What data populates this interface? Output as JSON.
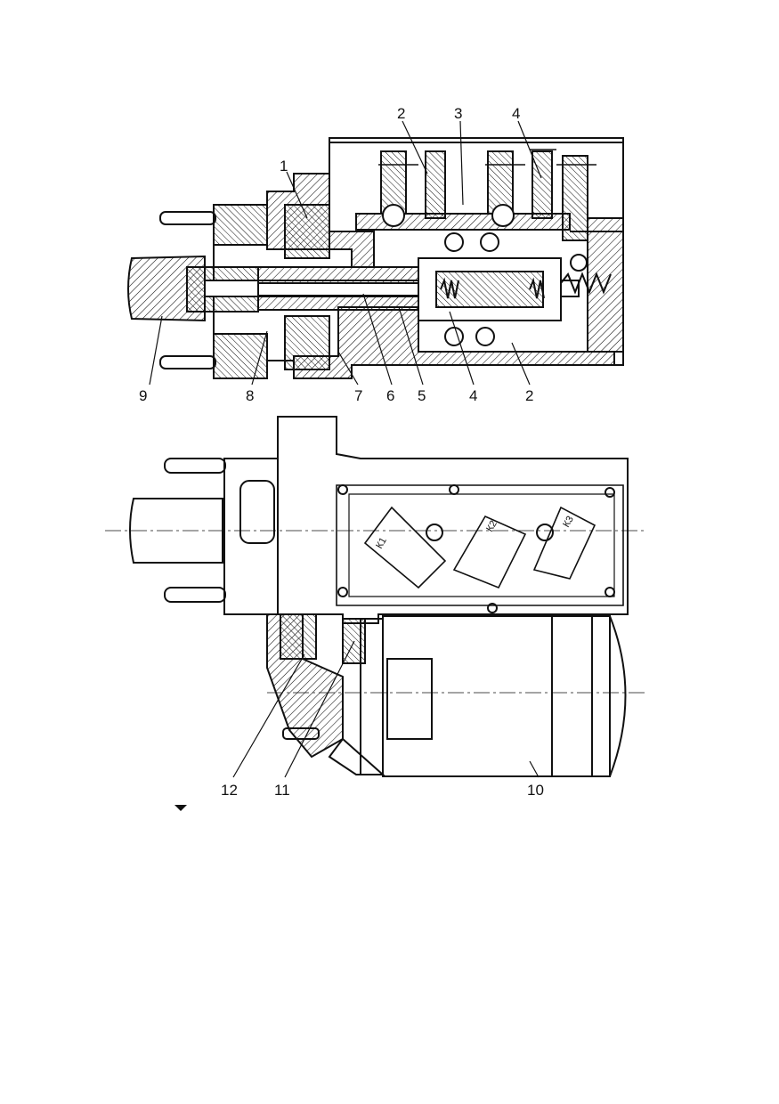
{
  "top_view": {
    "callouts": [
      "1",
      "2",
      "3",
      "4",
      "9",
      "8",
      "7",
      "6",
      "5",
      "4",
      "2"
    ]
  },
  "bottom_view": {
    "callouts": [
      "12",
      "11",
      "10"
    ],
    "contact_tags": [
      "К1",
      "К2",
      "К3"
    ]
  },
  "colors": {
    "ink": "#111111",
    "paper": "#ffffff"
  }
}
